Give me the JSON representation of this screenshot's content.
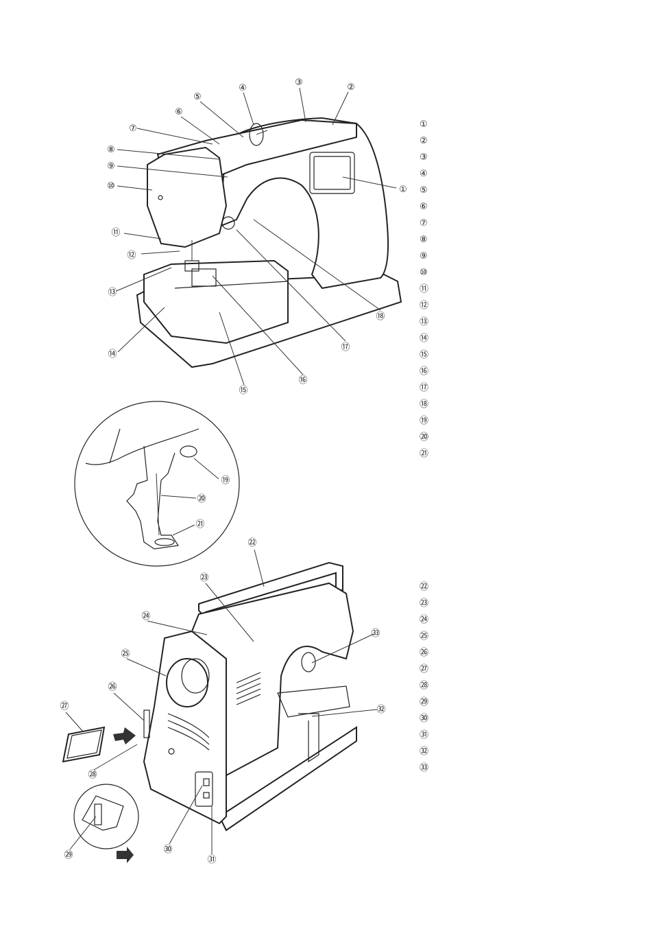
{
  "legend_top": [
    "①",
    "②",
    "③",
    "④",
    "⑤",
    "⑥",
    "⑦",
    "⑧",
    "⑨",
    "⑩",
    "⑪",
    "⑫",
    "⑬",
    "⑭",
    "⑮",
    "⑯",
    "⑰",
    "⑱",
    "⑲",
    "⑳",
    "㉑"
  ],
  "legend_bottom": [
    "㉒",
    "㉓",
    "㉔",
    "㉕",
    "㉖",
    "㉗",
    "㉘",
    "㉙",
    "㉚",
    "㉛",
    "㉜",
    "㉝"
  ],
  "callouts": {
    "c1": "①",
    "c2": "②",
    "c3": "③",
    "c4": "④",
    "c5": "⑤",
    "c6": "⑥",
    "c7": "⑦",
    "c8": "⑧",
    "c9": "⑨",
    "c10": "⑩",
    "c11": "⑪",
    "c12": "⑫",
    "c13": "⑬",
    "c14": "⑭",
    "c15": "⑮",
    "c16": "⑯",
    "c17": "⑰",
    "c18": "⑱",
    "c19": "⑲",
    "c20": "⑳",
    "c21": "㉑",
    "c22": "㉒",
    "c23": "㉓",
    "c24": "㉔",
    "c25": "㉕",
    "c26": "㉖",
    "c27": "㉗",
    "c28": "㉘",
    "c29": "㉙",
    "c30": "㉚",
    "c31": "㉛",
    "c32": "㉜",
    "c33": "㉝"
  }
}
